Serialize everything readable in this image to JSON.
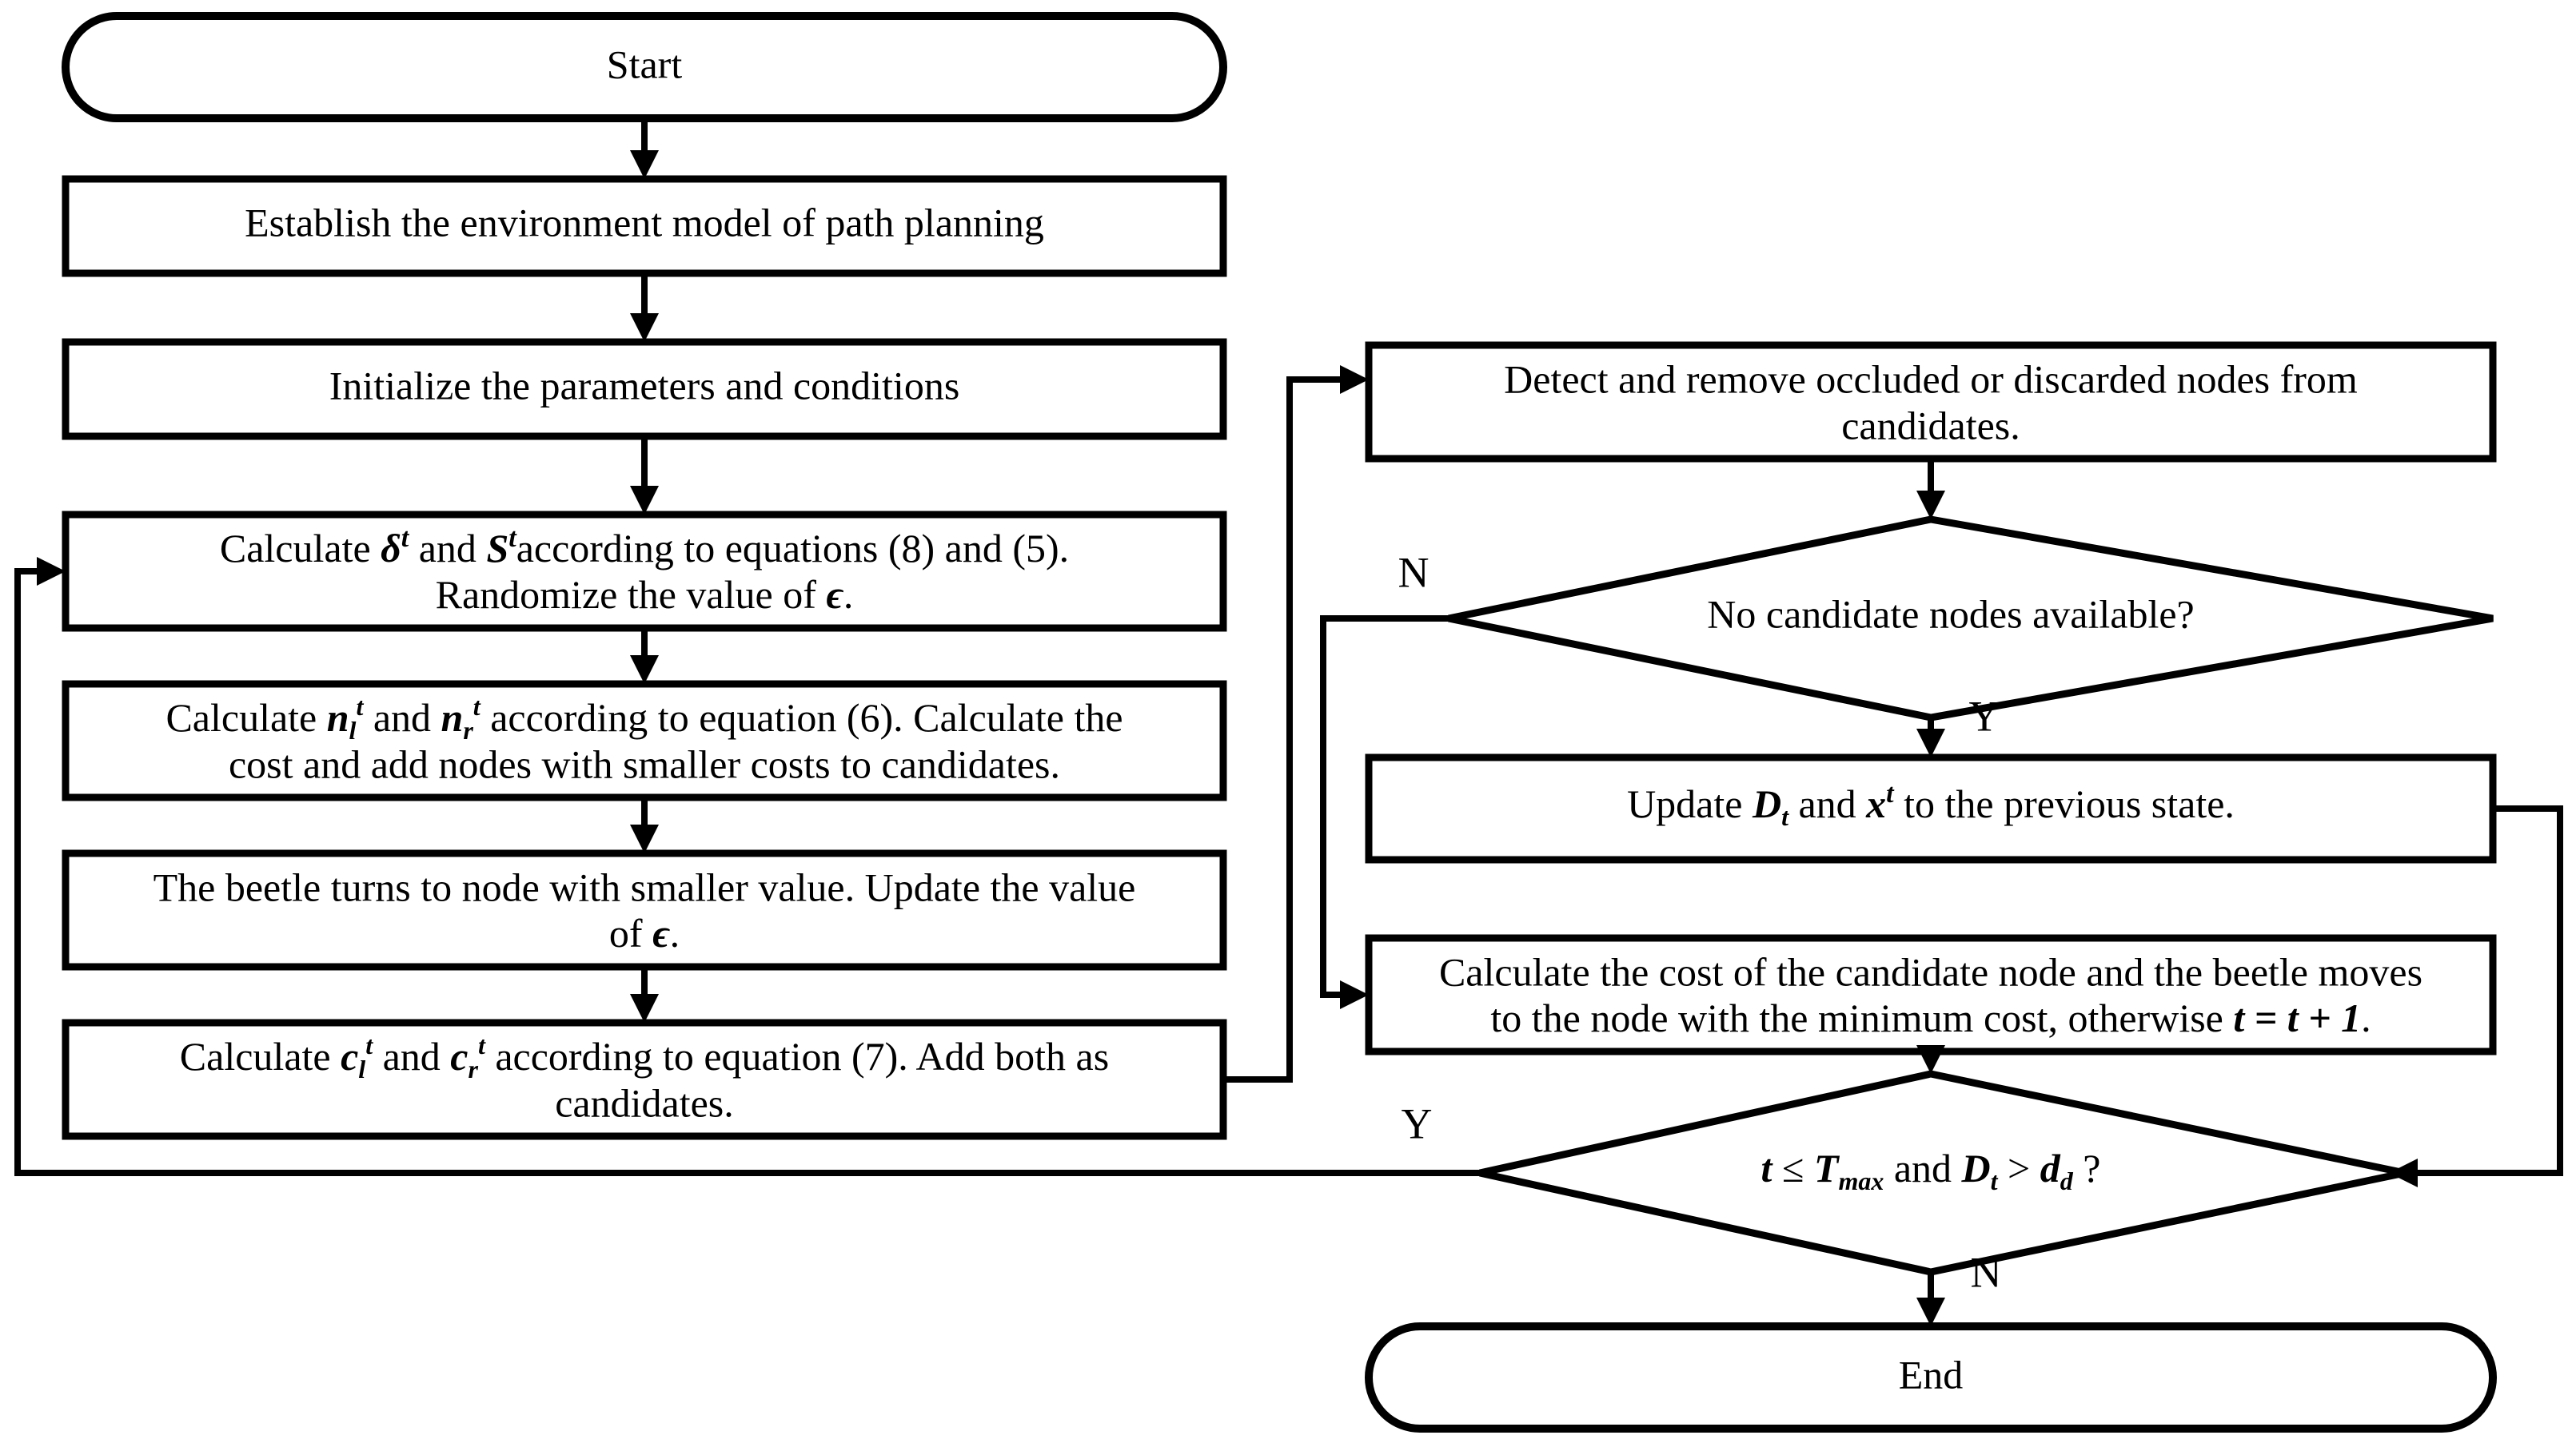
{
  "diagram": {
    "title": "Path planning algorithm flowchart",
    "background": "#ffffff",
    "stroke_color": "#000000"
  },
  "nodes": {
    "start": {
      "type": "terminator",
      "label": "Start"
    },
    "establish": {
      "type": "process",
      "label": "Establish the environment model of path planning"
    },
    "initialize": {
      "type": "process",
      "label": "Initialize the parameters and conditions"
    },
    "calc_delta": {
      "type": "process",
      "line1_a": "Calculate ",
      "line1_sym1": "δ",
      "line1_sup1": "t",
      "line1_b": " and ",
      "line1_sym2": "S",
      "line1_sup2": "t",
      "line1_c": "according to equations (8) and (5).",
      "line2_a": "Randomize the value of ",
      "line2_sym": "ϵ",
      "line2_b": "."
    },
    "calc_n": {
      "type": "process",
      "line1_a": "Calculate ",
      "line1_sym1": "n",
      "line1_sub1": "l",
      "line1_sup1": "t",
      "line1_b": " and ",
      "line1_sym2": "n",
      "line1_sub2": "r",
      "line1_sup2": "t",
      "line1_c": " according to equation (6). Calculate the",
      "line2": "cost and add nodes with smaller costs to candidates."
    },
    "beetle_turns": {
      "type": "process",
      "line1": "The beetle turns to node with smaller value. Update the value",
      "line2_a": "of ",
      "line2_sym": "ϵ",
      "line2_b": "."
    },
    "calc_c": {
      "type": "process",
      "line1_a": "Calculate ",
      "line1_sym1": "c",
      "line1_sub1": "l",
      "line1_sup1": "t",
      "line1_b": " and ",
      "line1_sym2": "c",
      "line1_sub2": "r",
      "line1_sup2": "t",
      "line1_c": " according to equation (7). Add both as",
      "line2": "candidates."
    },
    "detect_remove": {
      "type": "process",
      "line1": "Detect and remove occluded  or discarded nodes from",
      "line2": "candidates."
    },
    "no_candidates": {
      "type": "decision",
      "label": "No candidate nodes available?"
    },
    "update_dt": {
      "type": "process",
      "line1_a": "Update ",
      "line1_sym1": "D",
      "line1_sub1": "t",
      "line1_b": " and ",
      "line1_sym2": "x",
      "line1_sup2": "t",
      "line1_c": " to the previous state."
    },
    "calc_cost_move": {
      "type": "process",
      "line1": "Calculate the cost of the candidate node and the beetle moves",
      "line2_a": "to the node with the minimum cost, otherwise ",
      "line2_sym": "t  =  t  +  1",
      "line2_b": "."
    },
    "loop_cond": {
      "type": "decision",
      "sym_t": "t",
      "op1": " ≤ ",
      "sym_tmax": "T",
      "sub_max": "max",
      "and_word": " and ",
      "sym_d": "D",
      "sub_t": "t",
      "op2": " > ",
      "sym_dd": "d",
      "sub_d": "d",
      "qmark": " ?"
    },
    "end": {
      "type": "terminator",
      "label": "End"
    }
  },
  "edge_labels": {
    "no_candidates_n": "N",
    "no_candidates_y": "Y",
    "loop_cond_y": "Y",
    "loop_cond_n": "N"
  }
}
